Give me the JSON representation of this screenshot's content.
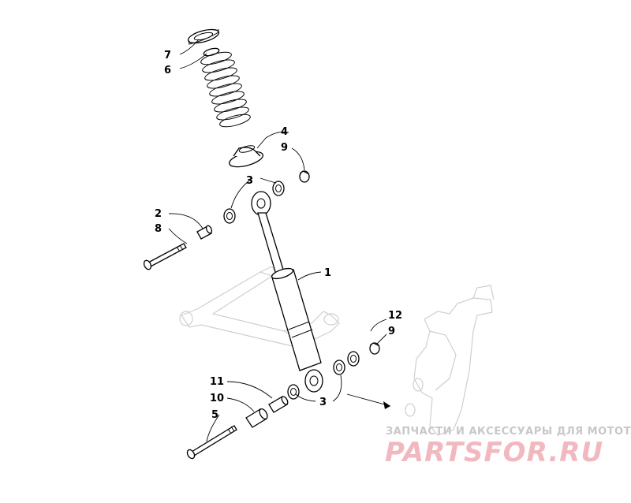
{
  "diagram": {
    "callouts": {
      "c1": "1",
      "c2": "2",
      "c3a": "3",
      "c3b": "3",
      "c4": "4",
      "c5": "5",
      "c6": "6",
      "c7": "7",
      "c8": "8",
      "c9a": "9",
      "c9b": "9",
      "c10": "10",
      "c11": "11",
      "c12": "12"
    }
  },
  "watermark": {
    "tagline": "ЗАПЧАСТИ И АКСЕССУАРЫ ДЛЯ МОТОТЕХНИКИ",
    "logo": "PARTSFOR.RU",
    "colors": {
      "tagline": "#c8c8c8",
      "logo": "#f2b8bf"
    }
  }
}
